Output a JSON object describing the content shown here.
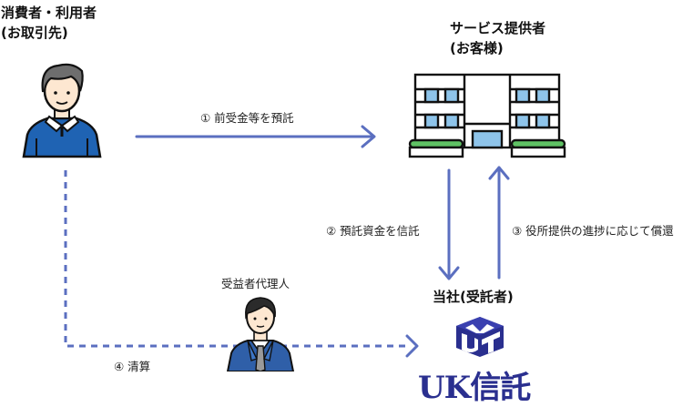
{
  "consumer": {
    "title_line1": "消費者・利用者",
    "title_line2": "(お取引先)",
    "icon": "elderly-man-icon"
  },
  "provider": {
    "title_line1": "サービス提供者",
    "title_line2": "(お客様)",
    "icon": "building-icon"
  },
  "trustee": {
    "title": "当社(受託者)",
    "logo_text": "UK信託",
    "logo_icon": "uk-trust-cube-logo-icon"
  },
  "agent": {
    "title": "受益者代理人",
    "icon": "businessman-icon"
  },
  "flows": [
    {
      "label": "① 前受金等を預託",
      "style": "solid"
    },
    {
      "label": "② 預託資金を信託",
      "style": "solid"
    },
    {
      "label": "③ 役所提供の進捗に応じて償還",
      "style": "solid"
    },
    {
      "label": "④ 清算",
      "style": "dashed"
    }
  ],
  "colors": {
    "arrow": "#5b6fc0",
    "brand": "#2a2f8f",
    "sweater": "#1f63b3",
    "window": "#8ec4ea",
    "hedge": "#5fc264"
  }
}
